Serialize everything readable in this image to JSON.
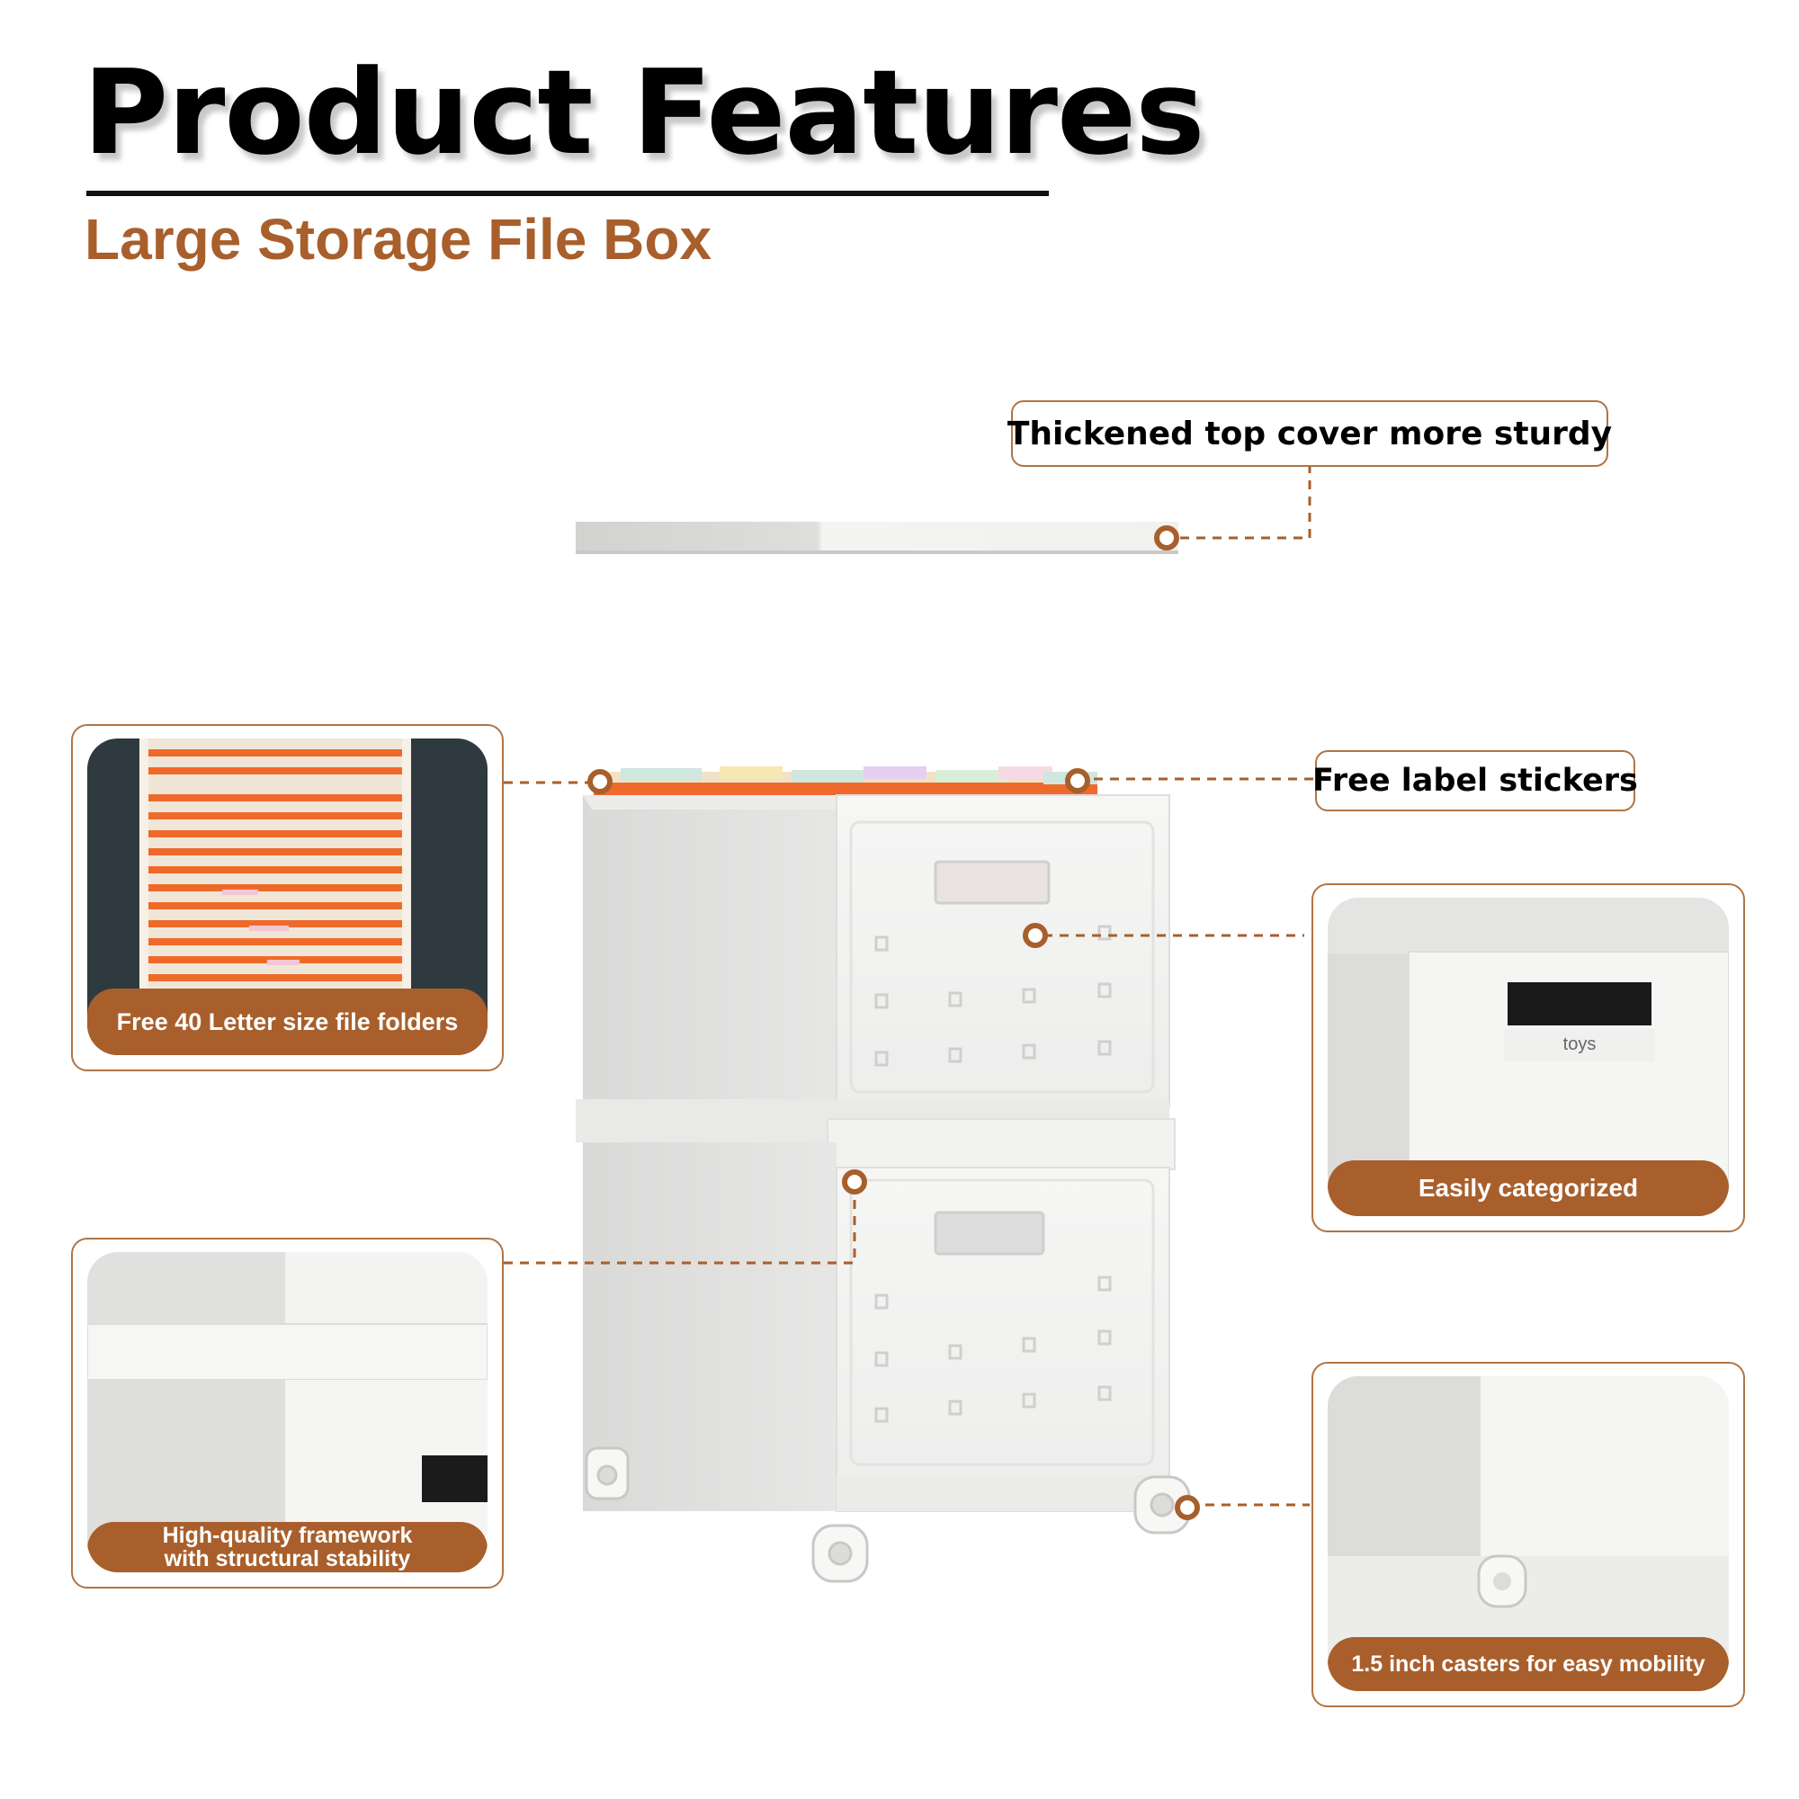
{
  "header": {
    "title": "Product Features",
    "subtitle": "Large Storage File Box"
  },
  "callouts": {
    "top_cover": "Thickened top cover more sturdy",
    "label_stickers": "Free label stickers"
  },
  "panels": {
    "file_folders": "Free 40 Letter size file folders",
    "categorized": "Easily categorized",
    "framework_line1": "High-quality framework",
    "framework_line2": "with structural stability",
    "casters": "1.5 inch casters for easy mobility"
  },
  "label_text": "toys",
  "colors": {
    "accent": "#a85f2b",
    "outline": "#b07444",
    "folder_orange": "#ef6a2a"
  }
}
